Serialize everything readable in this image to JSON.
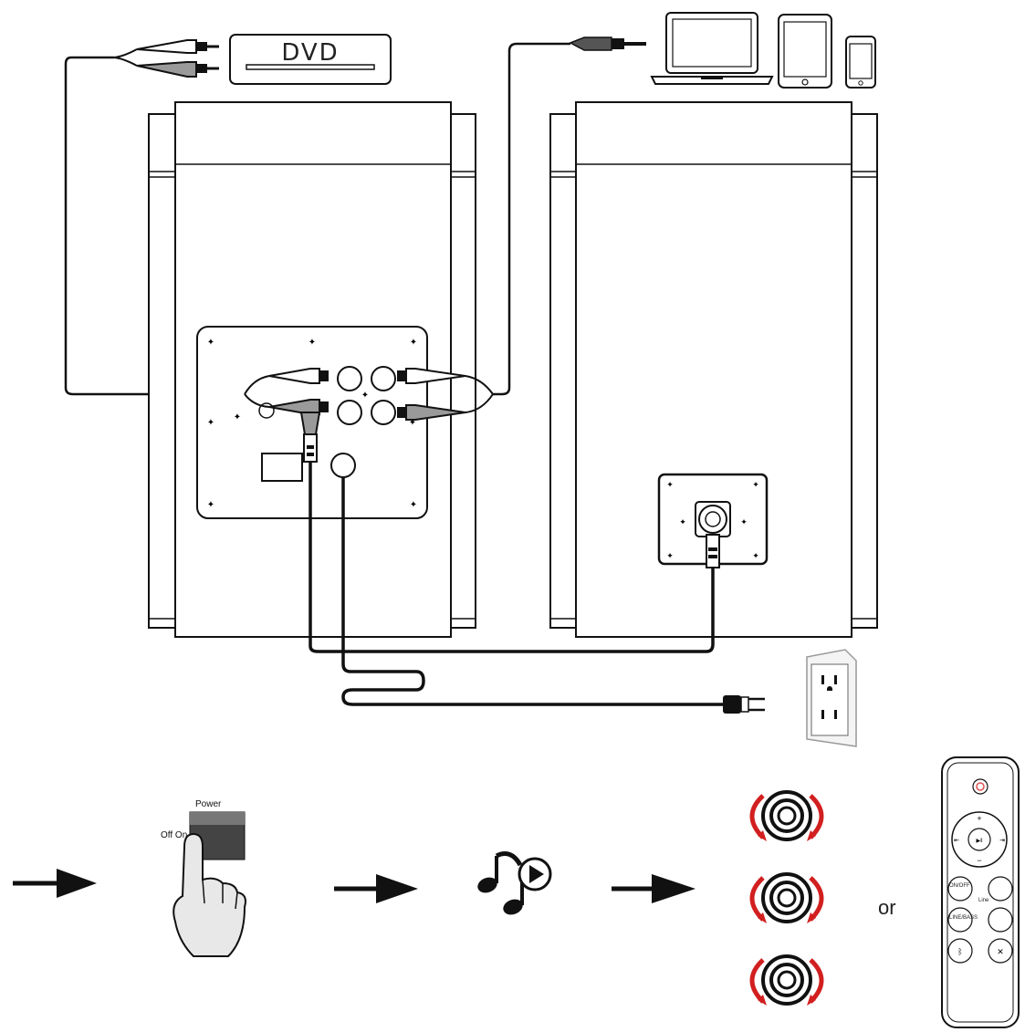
{
  "labels": {
    "dvd": "DVD",
    "power": "Power",
    "off_on": "Off On",
    "or": "or"
  },
  "remote": {
    "on_off": "ON/OFF",
    "line": "Line",
    "line_in": "LINE/BASS"
  },
  "colors": {
    "line": "#111111",
    "red_arrow": "#d21f1f",
    "switch_fill": "#444444",
    "rca_grey": "#9a9a9a",
    "power_button": "#e05050"
  },
  "icons": [
    "dvd-player-icon",
    "laptop-icon",
    "tablet-icon",
    "phone-icon",
    "wall-outlet-icon",
    "power-switch-icon",
    "finger-icon",
    "music-play-icon",
    "volume-knob-icon",
    "remote-control-icon",
    "arrow-right-icon"
  ]
}
